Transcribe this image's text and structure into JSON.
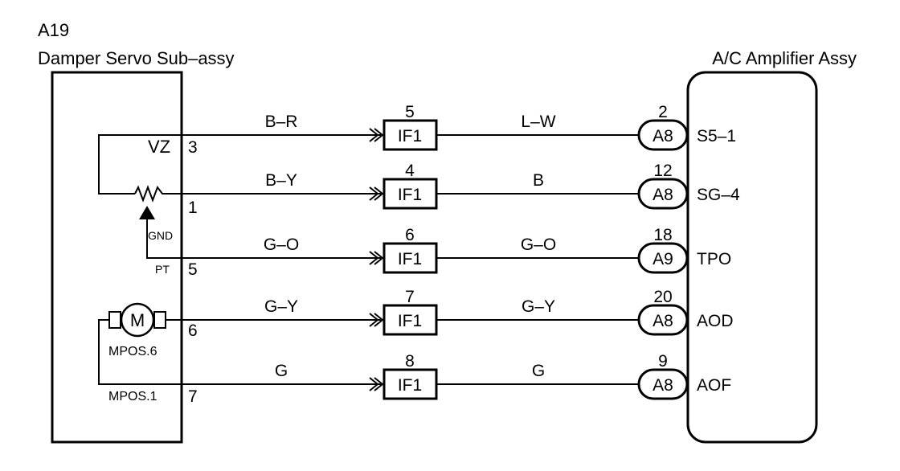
{
  "left_component": {
    "code": "A19",
    "name": "Damper Servo Sub–assy"
  },
  "right_component": {
    "name": "A/C Amplifier Assy"
  },
  "internal_labels": {
    "vz": "VZ",
    "gnd": "GND",
    "pt": "PT",
    "motor": "M",
    "mpos6": "MPOS.6",
    "mpos1": "MPOS.1"
  },
  "wires": [
    {
      "left_pin": "3",
      "left_color": "B–R",
      "junction": "IF1",
      "junction_pin": "5",
      "right_color": "L–W",
      "connector": "A8",
      "connector_pin": "2",
      "terminal": "S5–1"
    },
    {
      "left_pin": "1",
      "left_color": "B–Y",
      "junction": "IF1",
      "junction_pin": "4",
      "right_color": "B",
      "connector": "A8",
      "connector_pin": "12",
      "terminal": "SG–4"
    },
    {
      "left_pin": "5",
      "left_color": "G–O",
      "junction": "IF1",
      "junction_pin": "6",
      "right_color": "G–O",
      "connector": "A9",
      "connector_pin": "18",
      "terminal": "TPO"
    },
    {
      "left_pin": "6",
      "left_color": "G–Y",
      "junction": "IF1",
      "junction_pin": "7",
      "right_color": "G–Y",
      "connector": "A8",
      "connector_pin": "20",
      "terminal": "AOD"
    },
    {
      "left_pin": "7",
      "left_color": "G",
      "junction": "IF1",
      "junction_pin": "8",
      "right_color": "G",
      "connector": "A8",
      "connector_pin": "9",
      "terminal": "AOF"
    }
  ]
}
